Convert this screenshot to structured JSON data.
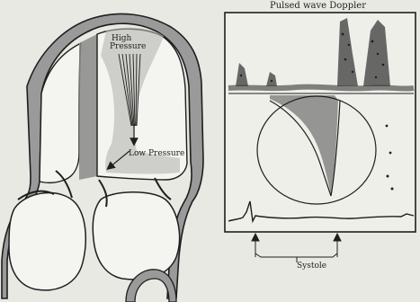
{
  "labels": {
    "title": "Pulsed wave Doppler",
    "high_pressure_line1": "High",
    "high_pressure_line2": "Pressure",
    "low_pressure": "Low Pressure",
    "systole": "Systole"
  },
  "colors": {
    "background": "#e9e9e3",
    "ink": "#1e1e1e",
    "wall": "#9a9a9a",
    "panel": "#efefea"
  }
}
